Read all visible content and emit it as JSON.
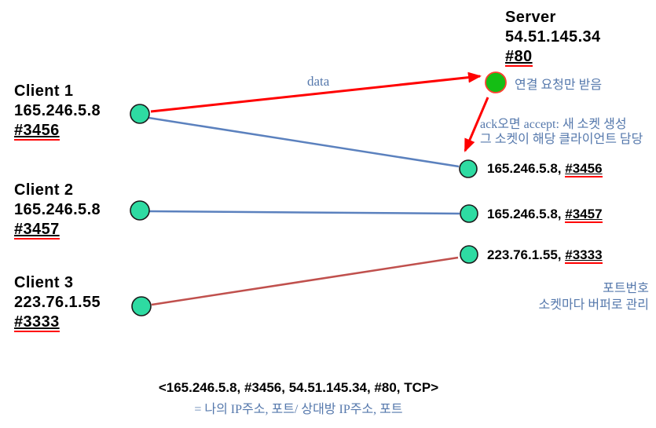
{
  "server": {
    "name": "Server",
    "ip": "54.51.145.34",
    "port": "#80",
    "note": "연결 요청만 받음"
  },
  "clients": [
    {
      "name": "Client 1",
      "ip": "165.246.5.8",
      "port": "#3456"
    },
    {
      "name": "Client 2",
      "ip": "165.246.5.8",
      "port": "#3457"
    },
    {
      "name": "Client 3",
      "ip": "223.76.1.55",
      "port": "#3333"
    }
  ],
  "server_sockets": [
    {
      "ip": "165.246.5.8,",
      "port": "#3456"
    },
    {
      "ip": "165.246.5.8,",
      "port": "#3457"
    },
    {
      "ip": "223.76.1.55,",
      "port": "#3333"
    }
  ],
  "annotations": {
    "data_label": "data",
    "accept_line1": "ack오면 accept: 새 소켓 생성",
    "accept_line2": "그 소켓이 해당 클라이언트 담당",
    "port_note_line1": "포트번호",
    "port_note_line2": "소켓마다 버퍼로 관리"
  },
  "footer": {
    "tuple": "<165.246.5.8, #3456, 54.51.145.34, #80, TCP>",
    "meaning": "= 나의 IP주소, 포트/ 상대방 IP주소, 포트"
  },
  "colors": {
    "client_socket_fill": "#2EDBA2",
    "circle_stroke": "#1A1A1A",
    "server_listen_fill": "#14BE14",
    "server_listen_stroke": "#FF4030",
    "arrow_red": "#FF0000",
    "connection_blue": "#5B81BE",
    "connection_dark_red": "#C0504D",
    "note_text_blue": "#5578AC",
    "underline_red": "#FF0000"
  }
}
